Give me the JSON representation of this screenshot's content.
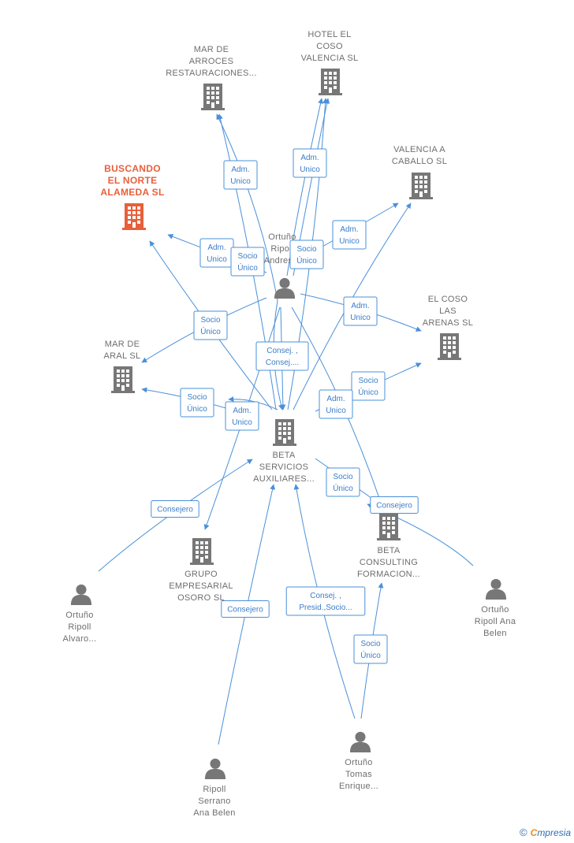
{
  "nodes": [
    {
      "id": "mar_arroces",
      "type": "company",
      "label": [
        "MAR DE",
        "ARROCES",
        "RESTAURACIONES..."
      ]
    },
    {
      "id": "hotel_coso",
      "type": "company",
      "label": [
        "HOTEL EL",
        "COSO",
        "VALENCIA  SL"
      ]
    },
    {
      "id": "valencia_caballo",
      "type": "company",
      "label": [
        "VALENCIA A",
        "CABALLO SL"
      ]
    },
    {
      "id": "buscando",
      "type": "company",
      "focus": true,
      "label": [
        "BUSCANDO",
        "EL NORTE",
        "ALAMEDA  SL"
      ]
    },
    {
      "id": "coso_arenas",
      "type": "company",
      "label": [
        "EL COSO",
        "LAS",
        "ARENAS  SL"
      ]
    },
    {
      "id": "mar_aral",
      "type": "company",
      "label": [
        "MAR DE",
        "ARAL  SL"
      ]
    },
    {
      "id": "beta_servicios",
      "type": "company",
      "label": [
        "BETA",
        "SERVICIOS",
        "AUXILIARES..."
      ]
    },
    {
      "id": "grupo_osoro",
      "type": "company",
      "label": [
        "GRUPO",
        "EMPRESARIAL",
        "OSORO  SL"
      ]
    },
    {
      "id": "beta_consulting",
      "type": "company",
      "label": [
        "BETA",
        "CONSULTING",
        "FORMACION..."
      ]
    },
    {
      "id": "andres",
      "type": "person",
      "label": [
        "Ortuño",
        "Ripoll",
        "Andres..."
      ]
    },
    {
      "id": "alvaro",
      "type": "person",
      "label": [
        "Ortuño",
        "Ripoll",
        "Alvaro..."
      ]
    },
    {
      "id": "ana_belen",
      "type": "person",
      "label": [
        "Ortuño",
        "Ripoll Ana",
        "Belen"
      ]
    },
    {
      "id": "serrano",
      "type": "person",
      "label": [
        "Ripoll",
        "Serrano",
        "Ana Belen"
      ]
    },
    {
      "id": "tomas",
      "type": "person",
      "label": [
        "Ortuño",
        "Tomas",
        "Enrique..."
      ]
    }
  ],
  "edges": [
    {
      "from": "andres",
      "to": "mar_arroces",
      "label": [
        "Adm.",
        "Unico"
      ]
    },
    {
      "from": "beta_servicios",
      "to": "mar_arroces",
      "label": []
    },
    {
      "from": "andres",
      "to": "hotel_coso",
      "label": [
        "Adm.",
        "Unico"
      ]
    },
    {
      "from": "beta_servicios",
      "to": "hotel_coso",
      "label": []
    },
    {
      "from": "andres",
      "to": "valencia_caballo",
      "label": [
        "Adm.",
        "Unico"
      ]
    },
    {
      "from": "beta_servicios",
      "to": "valencia_caballo",
      "label": []
    },
    {
      "from": "andres",
      "to": "buscando",
      "label": [
        "Adm.",
        "Unico"
      ]
    },
    {
      "from": "andres",
      "to": "beta_servicios",
      "label": [
        "Socio",
        "Único"
      ]
    },
    {
      "from": "andres",
      "to": "hotel_coso",
      "label": [
        "Socio",
        "Único"
      ]
    },
    {
      "from": "beta_servicios",
      "to": "buscando",
      "label": []
    },
    {
      "from": "andres",
      "to": "mar_aral",
      "label": [
        "Socio",
        "Único"
      ]
    },
    {
      "from": "andres",
      "to": "coso_arenas",
      "label": [
        "Adm.",
        "Unico"
      ]
    },
    {
      "from": "beta_servicios",
      "to": "coso_arenas",
      "label": [
        "Socio",
        "Único"
      ]
    },
    {
      "from": "beta_servicios",
      "to": "mar_aral",
      "label": [
        "Socio",
        "Único"
      ]
    },
    {
      "from": "beta_servicios",
      "to": "mar_aral",
      "label": [
        "Adm.",
        "Unico"
      ]
    },
    {
      "from": "andres",
      "to": "beta_servicios",
      "label": [
        "Consej. ,",
        "Consej...."
      ]
    },
    {
      "from": "beta_servicios",
      "to": "beta_consulting",
      "label": [
        "Adm.",
        "Unico"
      ]
    },
    {
      "from": "beta_servicios",
      "to": "grupo_osoro",
      "label": []
    },
    {
      "from": "andres",
      "to": "beta_consulting",
      "label": [
        "Socio",
        "Único"
      ]
    },
    {
      "from": "ana_belen",
      "to": "beta_consulting",
      "label": [
        "Consejero"
      ]
    },
    {
      "from": "alvaro",
      "to": "beta_servicios",
      "label": [
        "Consejero"
      ]
    },
    {
      "from": "serrano",
      "to": "beta_servicios",
      "label": [
        "Consejero"
      ]
    },
    {
      "from": "tomas",
      "to": "beta_servicios",
      "label": [
        "Consej. ,",
        "Presid.,Socio..."
      ]
    },
    {
      "from": "tomas",
      "to": "beta_consulting",
      "label": [
        "Socio",
        "Único"
      ]
    }
  ],
  "colors": {
    "edge": "#4a90d9",
    "company": "#777777",
    "focus": "#e8603a",
    "person": "#777777"
  },
  "footer": {
    "copyright": "©",
    "brand_first": "C",
    "brand_rest": "mpresia"
  }
}
